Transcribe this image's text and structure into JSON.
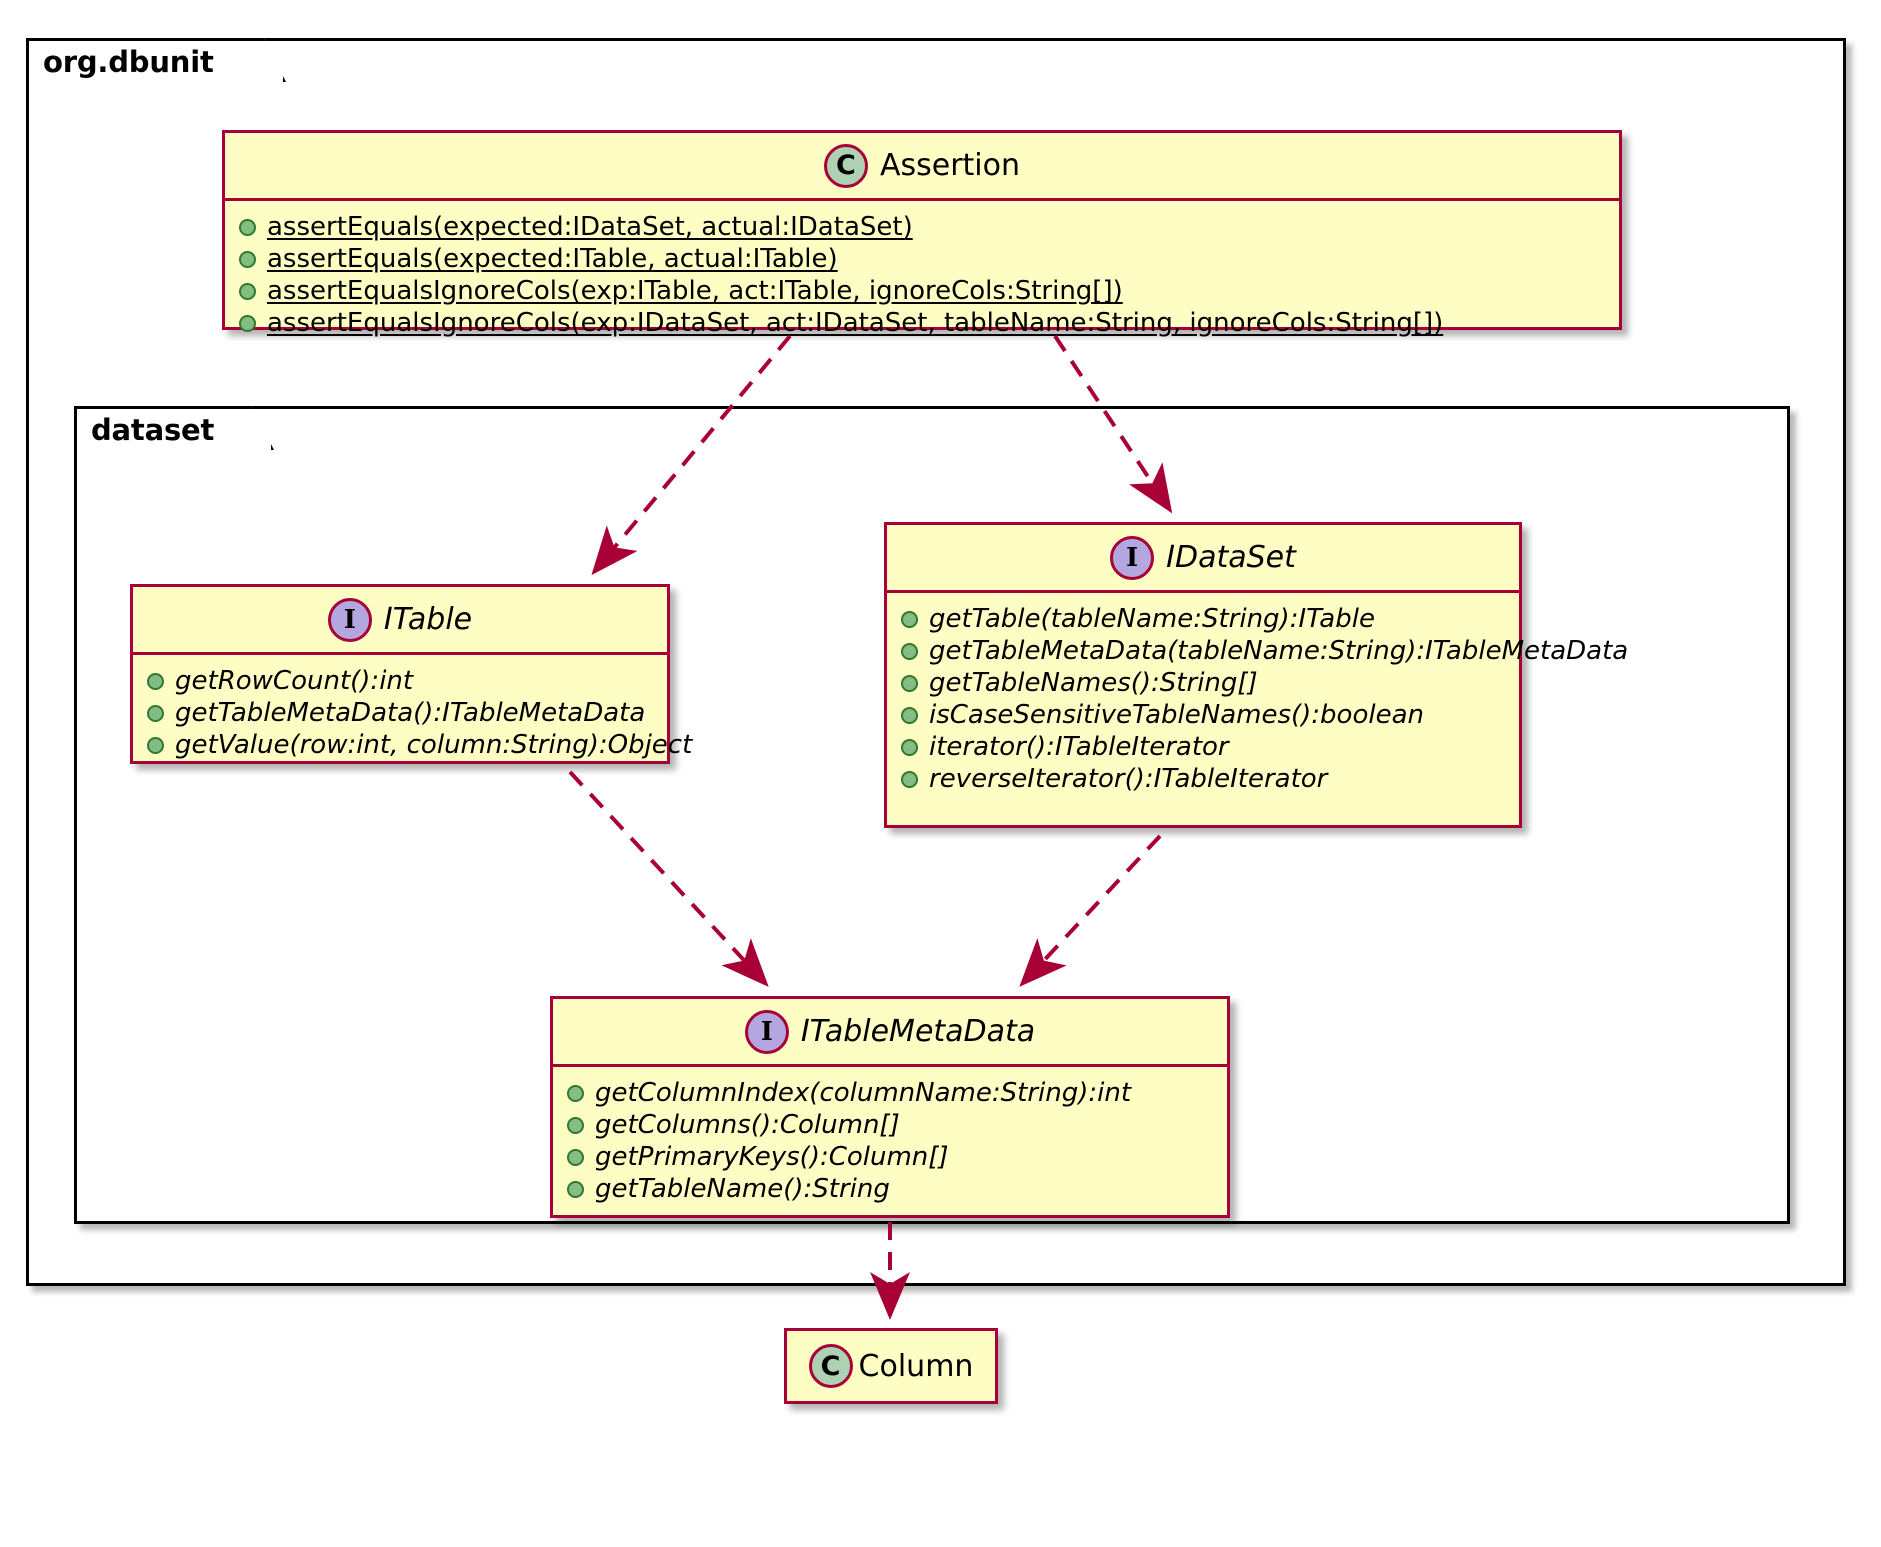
{
  "diagram": {
    "title": "org.dbunit class diagram",
    "type": "uml-class-diagram",
    "colors": {
      "box_fill": "#FDFDC4",
      "box_border": "#A80036",
      "class_icon_fill": "#ADD1B2",
      "interface_icon_fill": "#B4A7E0",
      "visibility_public": "#84BD84",
      "arrow": "#A80036",
      "package_border": "#000000"
    }
  },
  "packages": [
    {
      "id": "org-dbunit",
      "label": "org.dbunit"
    },
    {
      "id": "dataset",
      "label": "dataset"
    }
  ],
  "classes": [
    {
      "id": "assertion",
      "name": "Assertion",
      "stereotype": "C",
      "kind": "class",
      "italic": false,
      "members": [
        {
          "visibility": "public",
          "text": "assertEquals(expected:IDataSet, actual:IDataSet)",
          "static": true,
          "abstract": false,
          "underline_end": ")"
        },
        {
          "visibility": "public",
          "text": "assertEquals(expected:ITable, actual:ITable)",
          "static": true,
          "abstract": false,
          "underline_end": ")"
        },
        {
          "visibility": "public",
          "text": "assertEqualsIgnoreCols(exp:ITable, act:ITable, ignoreCols:String[])",
          "static": true,
          "abstract": false,
          "underline_end": ")"
        },
        {
          "visibility": "public",
          "text": "assertEqualsIgnoreCols(exp:IDataSet, act:IDataSet, tableName:String, ignoreCols:String[])",
          "static": true,
          "abstract": false,
          "underline_end": ")"
        }
      ]
    },
    {
      "id": "itable",
      "name": "ITable",
      "stereotype": "I",
      "kind": "interface",
      "italic": true,
      "members": [
        {
          "visibility": "public",
          "text": "getRowCount():int",
          "static": false,
          "abstract": true
        },
        {
          "visibility": "public",
          "text": "getTableMetaData():ITableMetaData",
          "static": false,
          "abstract": true
        },
        {
          "visibility": "public",
          "text": "getValue(row:int, column:String):Object",
          "static": false,
          "abstract": true
        }
      ]
    },
    {
      "id": "idataset",
      "name": "IDataSet",
      "stereotype": "I",
      "kind": "interface",
      "italic": true,
      "members": [
        {
          "visibility": "public",
          "text": "getTable(tableName:String):ITable",
          "static": false,
          "abstract": true
        },
        {
          "visibility": "public",
          "text": "getTableMetaData(tableName:String):ITableMetaData",
          "static": false,
          "abstract": true
        },
        {
          "visibility": "public",
          "text": "getTableNames():String[]",
          "static": false,
          "abstract": true
        },
        {
          "visibility": "public",
          "text": "isCaseSensitiveTableNames():boolean",
          "static": false,
          "abstract": true
        },
        {
          "visibility": "public",
          "text": "iterator():ITableIterator",
          "static": false,
          "abstract": true
        },
        {
          "visibility": "public",
          "text": "reverseIterator():ITableIterator",
          "static": false,
          "abstract": true
        }
      ]
    },
    {
      "id": "itablemetadata",
      "name": "ITableMetaData",
      "stereotype": "I",
      "kind": "interface",
      "italic": true,
      "members": [
        {
          "visibility": "public",
          "text": "getColumnIndex(columnName:String):int",
          "static": false,
          "abstract": true
        },
        {
          "visibility": "public",
          "text": "getColumns():Column[]",
          "static": false,
          "abstract": true
        },
        {
          "visibility": "public",
          "text": "getPrimaryKeys():Column[]",
          "static": false,
          "abstract": true
        },
        {
          "visibility": "public",
          "text": "getTableName():String",
          "static": false,
          "abstract": true
        }
      ]
    },
    {
      "id": "column",
      "name": "Column",
      "stereotype": "C",
      "kind": "class",
      "italic": false,
      "members": []
    }
  ],
  "relations": [
    {
      "from": "assertion",
      "to": "itable",
      "style": "dashed",
      "arrow": "open-filled",
      "kind": "dependency"
    },
    {
      "from": "assertion",
      "to": "idataset",
      "style": "dashed",
      "arrow": "open-filled",
      "kind": "dependency"
    },
    {
      "from": "itable",
      "to": "itablemetadata",
      "style": "dashed",
      "arrow": "open-filled",
      "kind": "dependency"
    },
    {
      "from": "idataset",
      "to": "itablemetadata",
      "style": "dashed",
      "arrow": "open-filled",
      "kind": "dependency"
    },
    {
      "from": "itablemetadata",
      "to": "column",
      "style": "dashed",
      "arrow": "open-filled",
      "kind": "dependency"
    }
  ]
}
